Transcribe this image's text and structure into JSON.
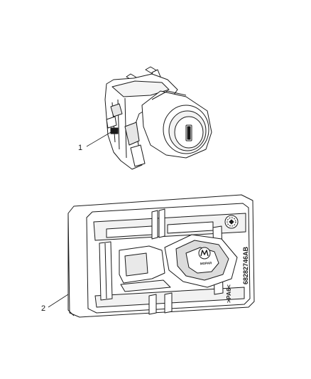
{
  "callouts": [
    {
      "number": "1"
    },
    {
      "number": "2"
    }
  ],
  "part_markings": {
    "part_number": "68282746AB",
    "material": ">PA6<",
    "brand": "MOPAR"
  },
  "colors": {
    "line": "#1a1a1a",
    "shade": "#c9c9c9",
    "light_shade": "#e6e6e6"
  }
}
